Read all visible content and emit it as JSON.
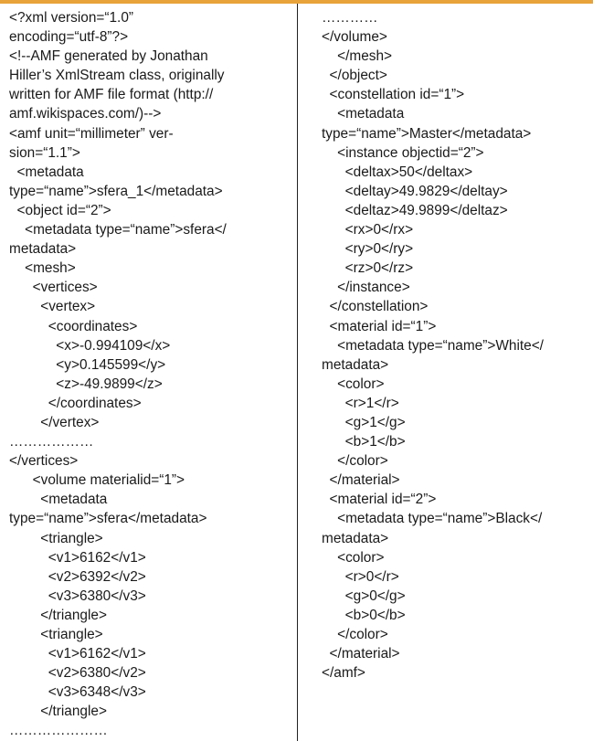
{
  "theme": {
    "accent": "#e8a33a",
    "text": "#1a1a1a",
    "border": "#222222"
  },
  "left_column": {
    "lines": [
      "<?xml version=“1.0”",
      "encoding=“utf-8”?>",
      "<!--AMF generated by Jonathan",
      "Hiller’s XmlStream class, originally",
      "written for AMF file format (http://",
      "amf.wikispaces.com/)-->",
      "<amf unit=“millimeter” ver-",
      "sion=“1.1”>",
      "  <metadata",
      "type=“name”>sfera_1</metadata>",
      "  <object id=“2”>",
      "    <metadata type=“name”>sfera</",
      "metadata>",
      "    <mesh>",
      "      <vertices>",
      "        <vertex>",
      "          <coordinates>",
      "            <x>-0.994109</x>",
      "            <y>0.145599</y>",
      "            <z>-49.9899</z>",
      "          </coordinates>",
      "        </vertex>",
      "………………",
      "</vertices>",
      "      <volume materialid=“1”>",
      "        <metadata",
      "type=“name”>sfera</metadata>",
      "        <triangle>",
      "          <v1>6162</v1>",
      "          <v2>6392</v2>",
      "          <v3>6380</v3>",
      "        </triangle>",
      "        <triangle>",
      "          <v1>6162</v1>",
      "          <v2>6380</v2>",
      "          <v3>6348</v3>",
      "        </triangle>",
      "…………………"
    ]
  },
  "right_column": {
    "lines": [
      "…………",
      "</volume>",
      "    </mesh>",
      "  </object>",
      "  <constellation id=“1”>",
      "    <metadata",
      "type=“name”>Master</metadata>",
      "    <instance objectid=“2”>",
      "      <deltax>50</deltax>",
      "      <deltay>49.9829</deltay>",
      "      <deltaz>49.9899</deltaz>",
      "      <rx>0</rx>",
      "      <ry>0</ry>",
      "      <rz>0</rz>",
      "    </instance>",
      "  </constellation>",
      "  <material id=“1”>",
      "    <metadata type=“name”>White</",
      "metadata>",
      "    <color>",
      "      <r>1</r>",
      "      <g>1</g>",
      "      <b>1</b>",
      "    </color>",
      "  </material>",
      "  <material id=“2”>",
      "    <metadata type=“name”>Black</",
      "metadata>",
      "    <color>",
      "      <r>0</r>",
      "      <g>0</g>",
      "      <b>0</b>",
      "    </color>",
      "  </material>",
      "</amf>"
    ]
  }
}
